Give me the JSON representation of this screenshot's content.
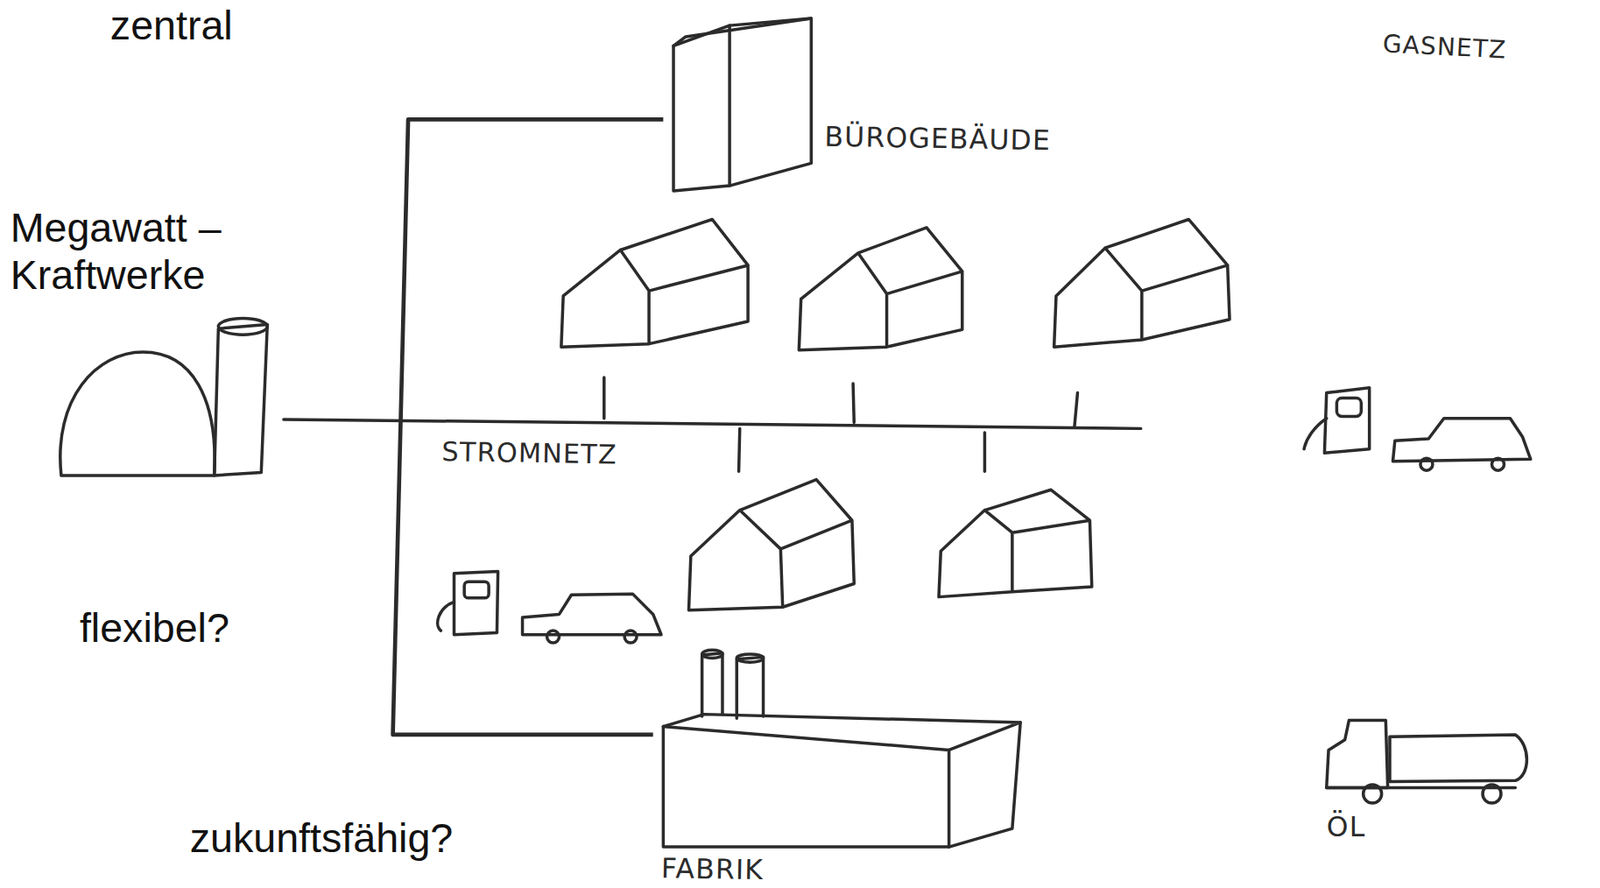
{
  "diagram": {
    "nodes": [
      {
        "text": [
          "BÜROGEBÄUDE"
        ]
      },
      {
        "text": [
          "FABRIK"
        ]
      },
      {
        "text": [
          "ÖL"
        ]
      }
    ],
    "edges": [
      {
        "from": 0,
        "to": 1,
        "arrow": "none"
      }
    ],
    "labels": [
      "zentral",
      "GASNETZ",
      "Megawatt – Kraftwerke",
      "STROMNETZ",
      "flexibel?",
      "zukunftsfähig?"
    ]
  }
}
